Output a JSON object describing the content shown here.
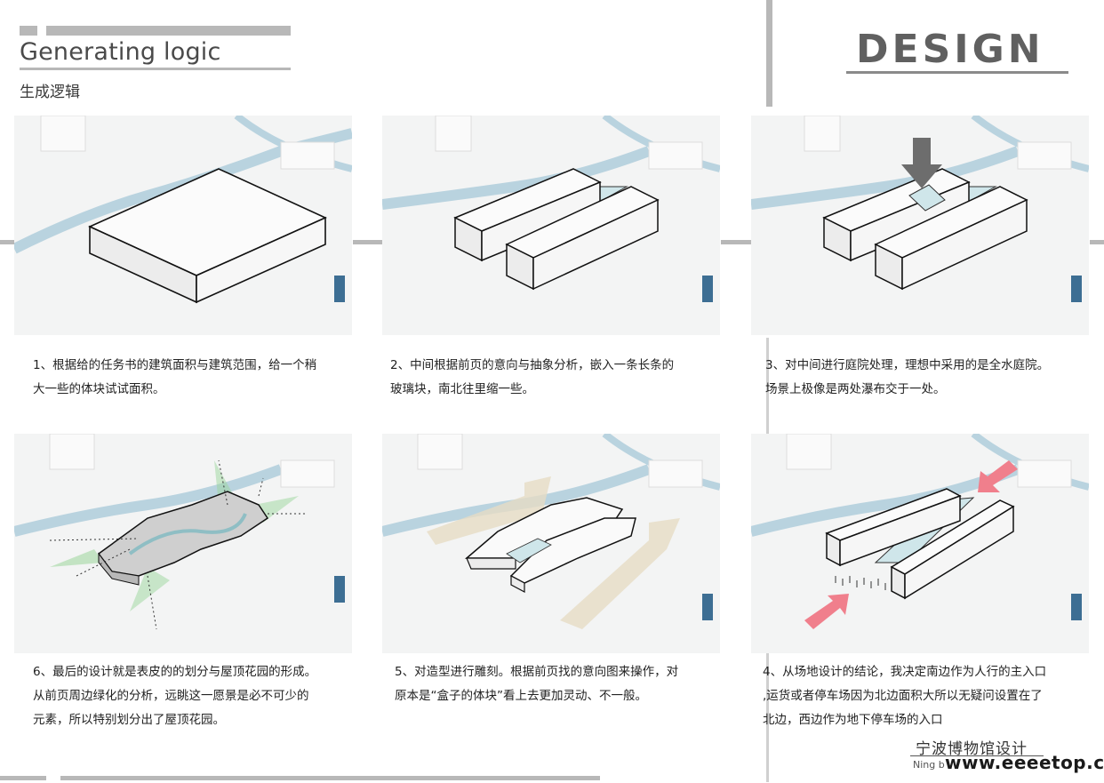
{
  "header": {
    "title_en": "Generating logic",
    "title_cn": "生成逻辑",
    "logo": "DESIGN"
  },
  "steps": [
    {
      "caption": [
        "1、根据给的任务书的建筑面积与建筑范围，给一个稍",
        "大一些的体块试试面积。"
      ]
    },
    {
      "caption": [
        "2、中间根据前页的意向与抽象分析，嵌入一条长条的",
        "玻璃块，南北往里缩一些。"
      ]
    },
    {
      "caption": [
        "3、对中间进行庭院处理，理想中采用的是全水庭院。",
        "场景上极像是两处瀑布交于一处。"
      ]
    },
    {
      "caption": [
        "6、最后的设计就是表皮的的划分与屋顶花园的形成。",
        "从前页周边绿化的分析，远眺这一愿景是必不可少的",
        "元素，所以特别划分出了屋顶花园。"
      ]
    },
    {
      "caption": [
        "5、对造型进行雕刻。根据前页找的意向图来操作，对",
        "原本是“盒子的体块”看上去更加灵动、不一般。"
      ]
    },
    {
      "caption": [
        "4、从场地设计的结论，我决定南边作为人行的主入口",
        ",运货或者停车场因为北边面积大所以无疑问设置在了",
        "北边，西边作为地下停车场的入口"
      ]
    }
  ],
  "footer": {
    "project_cn": "宁波博物馆设计",
    "project_en": "Ning b",
    "watermark": "www.eeeetop.com"
  },
  "colors": {
    "gray_bar": "#b8b8b8",
    "water": "#b9d3df",
    "glass": "#cfe6ea",
    "arrow_red": "#f07f8c",
    "arrow_tan": "#e6dcc4",
    "garden_green": "#9bd59b",
    "down_arrow": "#6d6d6d"
  }
}
